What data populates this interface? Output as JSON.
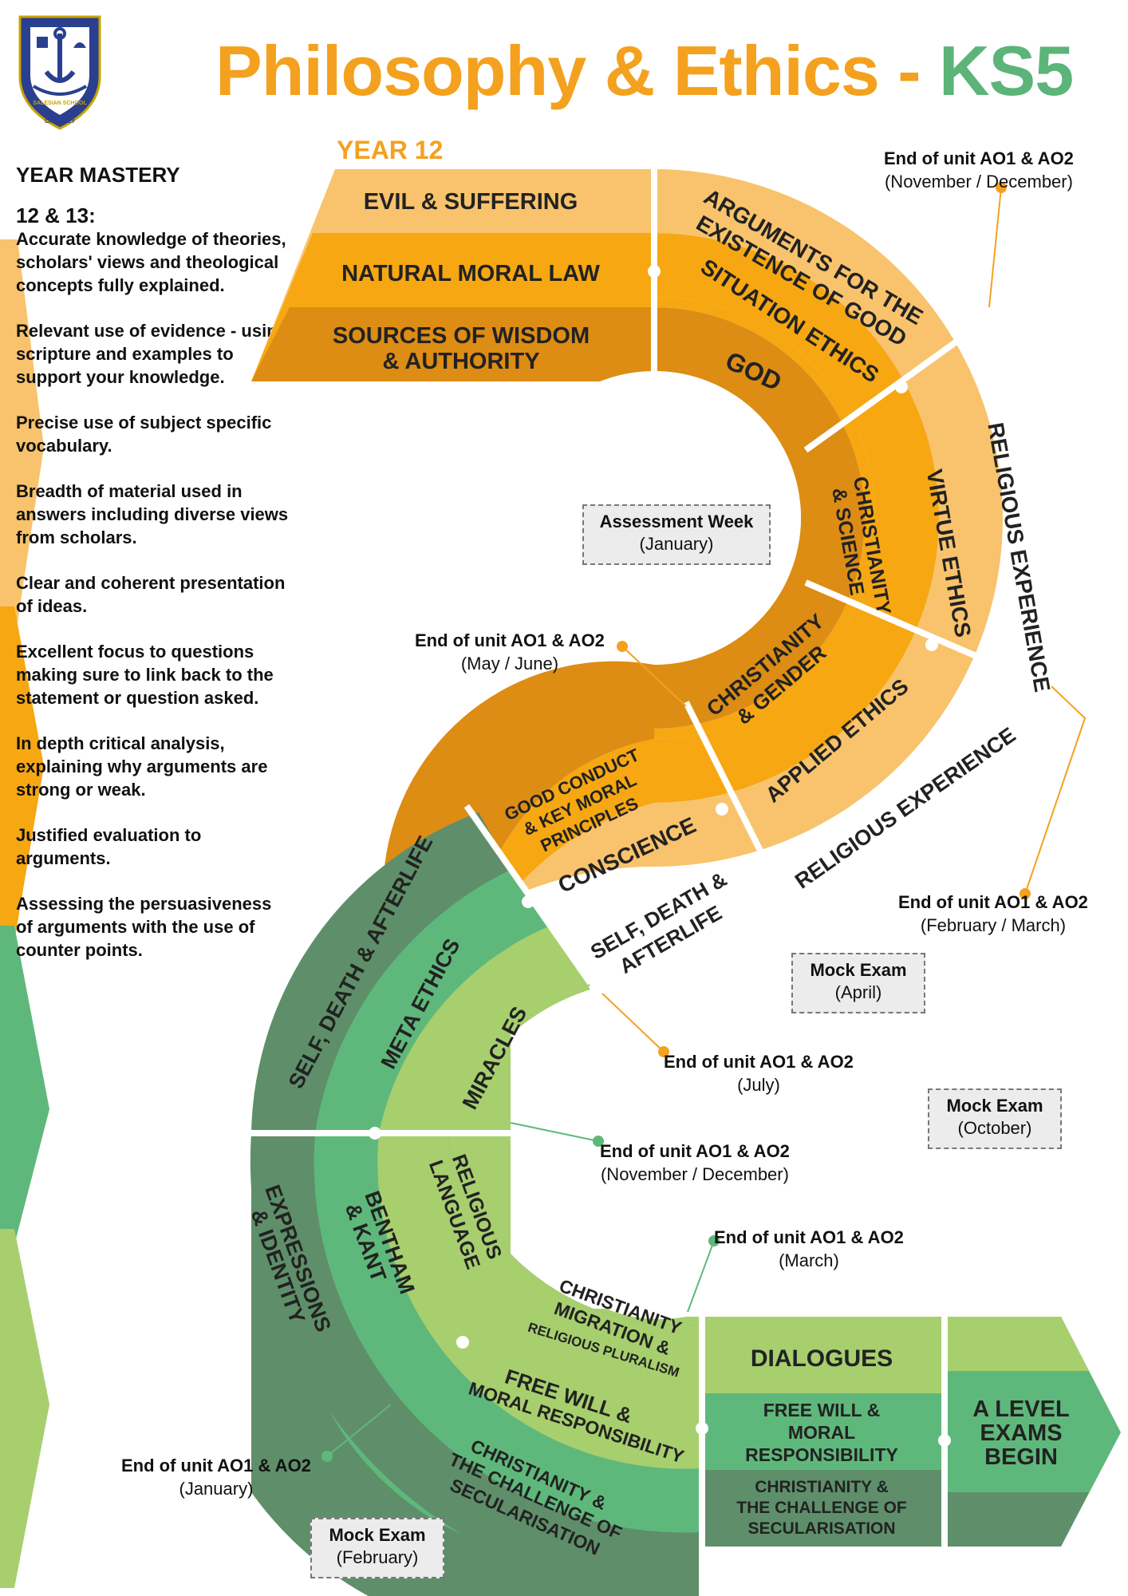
{
  "title": {
    "main": "Philosophy & Ethics - ",
    "accent": "KS5"
  },
  "year_label": "YEAR 12",
  "mastery": {
    "heading": "YEAR MASTERY",
    "years": "12 & 13:",
    "points": [
      "Accurate knowledge of theories, scholars' views and theological concepts fully explained.",
      "Relevant use of evidence - using scripture and examples to support your knowledge.",
      "Precise use of subject specific vocabulary.",
      "Breadth of material used in answers including diverse views from scholars.",
      "Clear and coherent presentation of ideas.",
      "Excellent focus to questions making sure to link back to the statement or question asked.",
      "In depth critical analysis, explaining why arguments are strong or weak.",
      "Justified evaluation to arguments.",
      "Assessing the persuasiveness of arguments with the use of counter points."
    ]
  },
  "topics": {
    "evil_suffering": "EVIL & SUFFERING",
    "natural_moral_law": "NATURAL MORAL LAW",
    "sources_1": "SOURCES OF WISDOM",
    "sources_2": "& AUTHORITY",
    "arguments_1": "ARGUMENTS FOR THE",
    "arguments_2": "EXISTENCE OF GOOD",
    "situation_ethics": "SITUATION ETHICS",
    "god": "GOD",
    "religious_experience_1": "RELIGIOUS EXPERIENCE",
    "virtue_ethics": "VIRTUE ETHICS",
    "christianity_science_1": "CHRISTIANITY",
    "christianity_science_2": "& SCIENCE",
    "christianity_gender_1": "CHRISTIANITY",
    "christianity_gender_2": "& GENDER",
    "applied_ethics": "APPLIED ETHICS",
    "religious_experience_2": "RELIGIOUS EXPERIENCE",
    "good_conduct_1": "GOOD CONDUCT",
    "good_conduct_2": "& KEY MORAL",
    "good_conduct_3": "PRINCIPLES",
    "conscience": "CONSCIENCE",
    "self_death_1": "SELF, DEATH &",
    "self_death_2": "AFTERLIFE",
    "self_death_afterlife": "SELF, DEATH & AFTERLIFE",
    "meta_ethics": "META ETHICS",
    "miracles": "MIRACLES",
    "expressions_1": "EXPRESSIONS",
    "expressions_2": "& IDENTITY",
    "bentham_1": "BENTHAM",
    "bentham_2": "& KANT",
    "religious_language_1": "RELIGIOUS",
    "religious_language_2": "LANGUAGE",
    "migration_1": "CHRISTIANITY",
    "migration_2": "MIGRATION &",
    "migration_3": "RELIGIOUS PLURALISM",
    "free_will_1": "FREE WILL &",
    "free_will_2": "MORAL RESPONSIBILITY",
    "secularisation_1": "CHRISTIANITY &",
    "secularisation_2": "THE CHALLENGE OF",
    "secularisation_3": "SECULARISATION",
    "dialogues": "DIALOGUES",
    "fw_block_1": "FREE WILL &",
    "fw_block_2": "MORAL",
    "fw_block_3": "RESPONSIBILITY",
    "sec_block_1": "CHRISTIANITY &",
    "sec_block_2": "THE CHALLENGE OF",
    "sec_block_3": "SECULARISATION",
    "exams_1": "A LEVEL",
    "exams_2": "EXAMS",
    "exams_3": "BEGIN"
  },
  "notes": {
    "n1": {
      "title": "End of unit AO1 & AO2",
      "when": "(November / December)"
    },
    "n2": {
      "title": "End of unit AO1 & AO2",
      "when": "(May / June)"
    },
    "n3": {
      "title": "End of unit AO1 & AO2",
      "when": "(February / March)"
    },
    "n4": {
      "title": "End of unit AO1 & AO2",
      "when": "(July)"
    },
    "n5": {
      "title": "End of unit AO1 & AO2",
      "when": "(November / December)"
    },
    "n6": {
      "title": "End of unit AO1 & AO2",
      "when": "(March)"
    },
    "n7": {
      "title": "End of unit AO1 & AO2",
      "when": "(January)"
    }
  },
  "exams": {
    "assessment_week": {
      "title": "Assessment Week",
      "when": "(January)"
    },
    "mock_april": {
      "title": "Mock Exam",
      "when": "(April)"
    },
    "mock_october": {
      "title": "Mock Exam",
      "when": "(October)"
    },
    "mock_february": {
      "title": "Mock Exam",
      "when": "(February)"
    }
  },
  "logo": {
    "text_top": "SALESIAN SCHOOL",
    "text_bottom": "CHERTSEY"
  },
  "colors": {
    "orange_light": "#f8c36c",
    "orange_mid": "#f6a712",
    "orange_dark": "#dd8c14",
    "green_light": "#a7cf6e",
    "green_mid": "#5fb87b",
    "green_dark": "#5e8f6a",
    "title_orange": "#f4a11f",
    "title_green": "#5cb478"
  }
}
